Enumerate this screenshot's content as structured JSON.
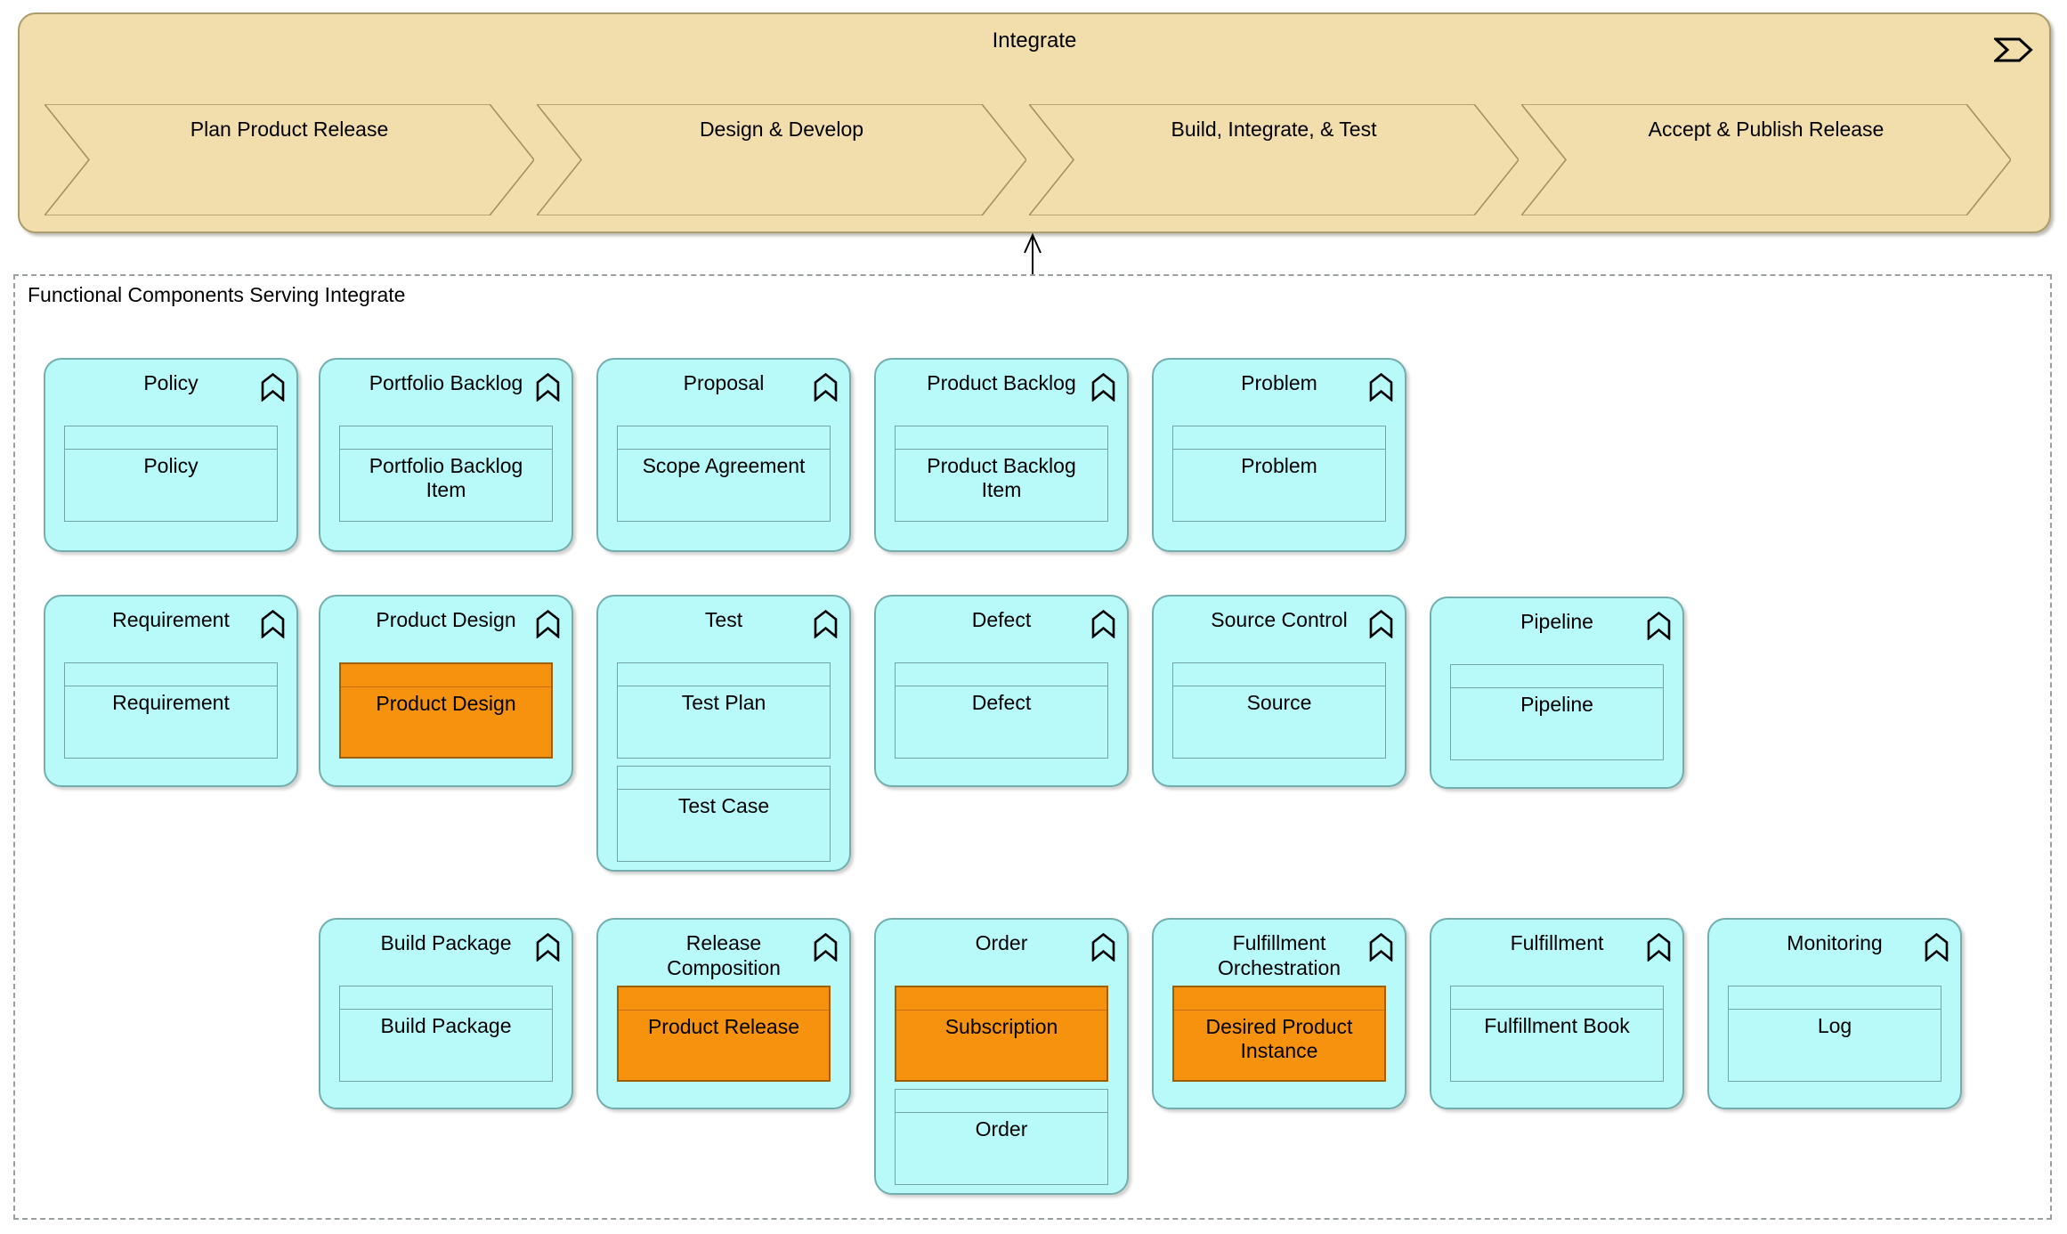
{
  "value_stream": {
    "title": "Integrate",
    "stages": [
      {
        "label": "Plan Product Release"
      },
      {
        "label": "Design & Develop"
      },
      {
        "label": "Build, Integrate, & Test"
      },
      {
        "label": "Accept & Publish Release"
      }
    ]
  },
  "container": {
    "label": "Functional Components Serving Integrate"
  },
  "components": [
    {
      "title": "Policy",
      "objects": [
        {
          "label": "Policy",
          "accent": false
        }
      ]
    },
    {
      "title": "Portfolio Backlog",
      "objects": [
        {
          "label": "Portfolio Backlog Item",
          "accent": false
        }
      ]
    },
    {
      "title": "Proposal",
      "objects": [
        {
          "label": "Scope Agreement",
          "accent": false
        }
      ]
    },
    {
      "title": "Product Backlog",
      "objects": [
        {
          "label": "Product Backlog Item",
          "accent": false
        }
      ]
    },
    {
      "title": "Problem",
      "objects": [
        {
          "label": "Problem",
          "accent": false
        }
      ]
    },
    {
      "title": "Requirement",
      "objects": [
        {
          "label": "Requirement",
          "accent": false
        }
      ]
    },
    {
      "title": "Product Design",
      "objects": [
        {
          "label": "Product Design",
          "accent": true
        }
      ]
    },
    {
      "title": "Test",
      "objects": [
        {
          "label": "Test Plan",
          "accent": false
        },
        {
          "label": "Test Case",
          "accent": false
        }
      ]
    },
    {
      "title": "Defect",
      "objects": [
        {
          "label": "Defect",
          "accent": false
        }
      ]
    },
    {
      "title": "Source Control",
      "objects": [
        {
          "label": "Source",
          "accent": false
        }
      ]
    },
    {
      "title": "Pipeline",
      "objects": [
        {
          "label": "Pipeline",
          "accent": false
        }
      ]
    },
    {
      "title": "Build Package",
      "objects": [
        {
          "label": "Build Package",
          "accent": false
        }
      ]
    },
    {
      "title": "Release Composition",
      "objects": [
        {
          "label": "Product Release",
          "accent": true
        }
      ]
    },
    {
      "title": "Order",
      "objects": [
        {
          "label": "Subscription",
          "accent": true
        },
        {
          "label": "Order",
          "accent": false
        }
      ]
    },
    {
      "title": "Fulfillment Orchestration",
      "objects": [
        {
          "label": "Desired Product Instance",
          "accent": true
        }
      ]
    },
    {
      "title": "Fulfillment",
      "objects": [
        {
          "label": "Fulfillment Book",
          "accent": false
        }
      ]
    },
    {
      "title": "Monitoring",
      "objects": [
        {
          "label": "Log",
          "accent": false
        }
      ]
    }
  ],
  "icons": {
    "value_stream_icon": "right-chevron-outline",
    "functional_component_icon": "up-chevron-bookmark-outline"
  },
  "colors": {
    "value_stream_fill": "#F2DEAD",
    "value_stream_border": "#AB9B6D",
    "component_fill": "#B8FAFA",
    "component_border": "#74ADAD",
    "object_border": "#74A5A5",
    "accent_fill": "#F6920D",
    "accent_border": "#9E5F00",
    "dashed_border": "#9AA0A0"
  }
}
